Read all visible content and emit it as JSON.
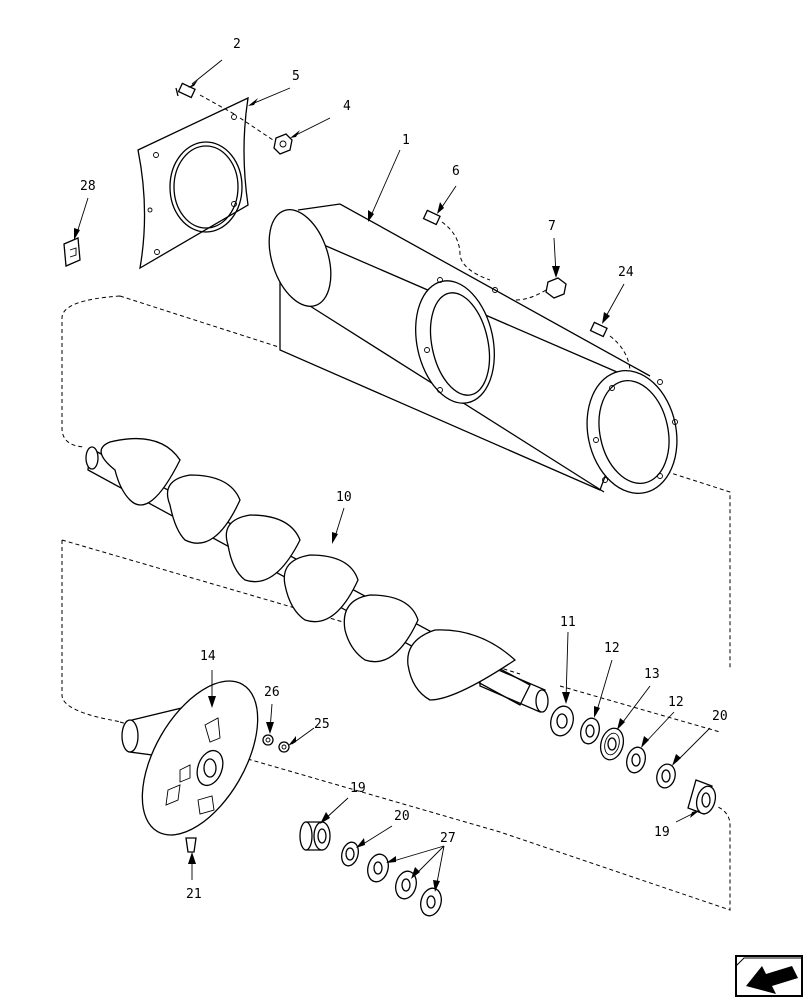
{
  "diagram": {
    "callouts": {
      "c1": "1",
      "c2": "2",
      "c4": "4",
      "c5": "5",
      "c6": "6",
      "c7": "7",
      "c10": "10",
      "c11": "11",
      "c12a": "12",
      "c12b": "12",
      "c13": "13",
      "c14": "14",
      "c19a": "19",
      "c19b": "19",
      "c20a": "20",
      "c20b": "20",
      "c21": "21",
      "c24": "24",
      "c25": "25",
      "c26": "26",
      "c27": "27",
      "c28": "28"
    },
    "nav_icon": "arrow-left-icon"
  }
}
